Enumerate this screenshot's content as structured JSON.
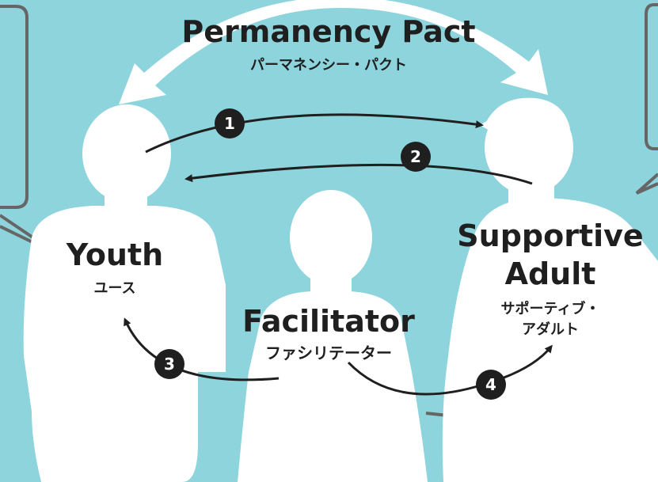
{
  "title": {
    "en": "Permanency Pact",
    "jp": "パーマネンシー・パクト"
  },
  "nodes": {
    "youth": {
      "en": "Youth",
      "jp": "ユース"
    },
    "supportive_adult": {
      "en_line1": "Supportive",
      "en_line2": "Adult",
      "jp_line1": "サポーティブ・",
      "jp_line2": "アダルト"
    },
    "facilitator": {
      "en": "Facilitator",
      "jp": "ファシリテーター"
    }
  },
  "steps": [
    "1",
    "2",
    "3",
    "4"
  ],
  "colors": {
    "background": "#8dd4dd",
    "silhouette": "#ffffff",
    "arrow": "#1f1f1f",
    "badge": "#1f1f1f",
    "callout_border": "#666666"
  }
}
